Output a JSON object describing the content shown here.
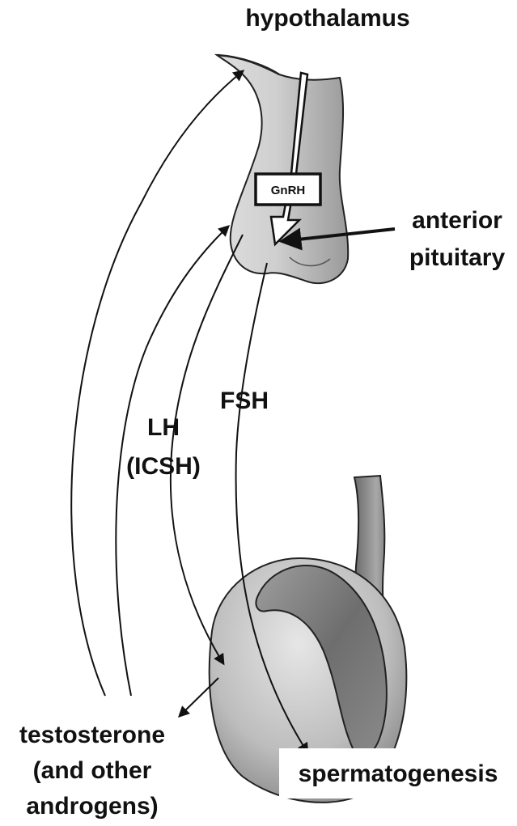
{
  "labels": {
    "hypothalamus": "hypothalamus",
    "gnrh": "GnRH",
    "anterior": "anterior",
    "pituitary": "pituitary",
    "lh": "LH",
    "icsh": "(ICSH)",
    "fsh": "FSH",
    "testosterone_1": "testosterone",
    "testosterone_2": "(and other",
    "testosterone_3": "androgens)",
    "spermatogenesis": "spermatogenesis"
  }
}
